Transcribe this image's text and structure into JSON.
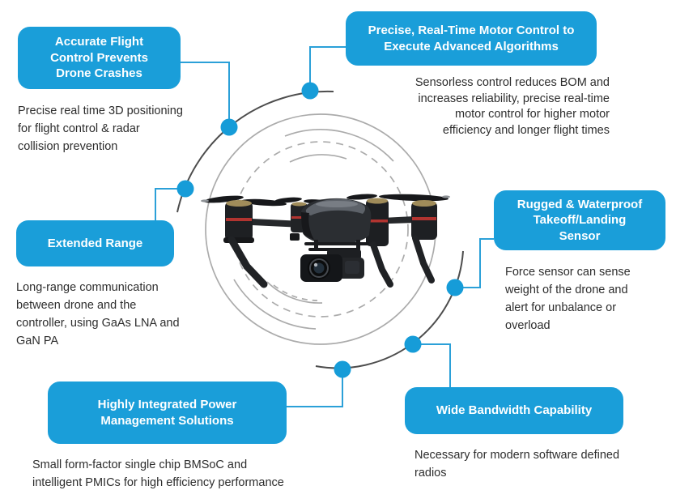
{
  "colors": {
    "accent_blue": "#1a9ed9",
    "connector_blue": "#2ba0d8",
    "dot_blue": "#169cd8",
    "arc_dark": "#4d4d4d",
    "arc_light": "#ababab",
    "body_text": "#2d2d2d",
    "title_text": "#ffffff"
  },
  "callouts": [
    {
      "id": "accurate-flight-control",
      "title": "Accurate Flight Control Prevents Drone Crashes",
      "title_lines": [
        "Accurate Flight",
        "Control Prevents",
        "Drone Crashes"
      ],
      "description": "Precise real time 3D positioning for flight control & radar collision prevention",
      "desc_lines": [
        "Precise real time 3D positioning",
        "for flight control & radar",
        "collision prevention"
      ]
    },
    {
      "id": "real-time-motor-control",
      "title": "Precise, Real-Time Motor Control to Execute Advanced Algorithms",
      "title_lines": [
        "Precise, Real-Time Motor Control to",
        "Execute Advanced Algorithms"
      ],
      "description": "Sensorless control reduces BOM and increases reliability, precise real-time motor control for higher motor efficiency and longer flight times",
      "desc_lines": [
        "Sensorless control reduces BOM and",
        "increases reliability, precise real-time",
        "motor control for higher motor",
        "efficiency and longer flight times"
      ]
    },
    {
      "id": "extended-range",
      "title": "Extended Range",
      "title_lines": [
        "Extended Range"
      ],
      "description": "Long-range communication between drone and the controller, using GaAs LNA and GaN PA",
      "desc_lines": [
        "Long-range communication",
        "between drone and the",
        "controller, using GaAs LNA and",
        "GaN PA"
      ]
    },
    {
      "id": "takeoff-landing-sensor",
      "title": "Rugged & Waterproof Takeoff/Landing Sensor",
      "title_lines": [
        "Rugged & Waterproof",
        "Takeoff/Landing",
        "Sensor"
      ],
      "description": "Force sensor can sense weight of the drone and alert for unbalance or overload",
      "desc_lines": [
        "Force sensor can sense",
        "weight of the drone and",
        "alert for unbalance or",
        "overload"
      ]
    },
    {
      "id": "power-management",
      "title": "Highly Integrated Power Management Solutions",
      "title_lines": [
        "Highly Integrated Power",
        "Management Solutions"
      ],
      "description": "Small form-factor single chip BMSoC and intelligent PMICs for high efficiency performance",
      "desc_lines": [
        "Small form-factor single chip BMSoC and",
        "intelligent PMICs for high efficiency performance"
      ]
    },
    {
      "id": "wide-bandwidth",
      "title": "Wide Bandwidth Capability",
      "title_lines": [
        "Wide Bandwidth Capability"
      ],
      "description": "Necessary for modern software defined radios",
      "desc_lines": [
        "Necessary for modern software defined",
        "radios"
      ]
    }
  ]
}
